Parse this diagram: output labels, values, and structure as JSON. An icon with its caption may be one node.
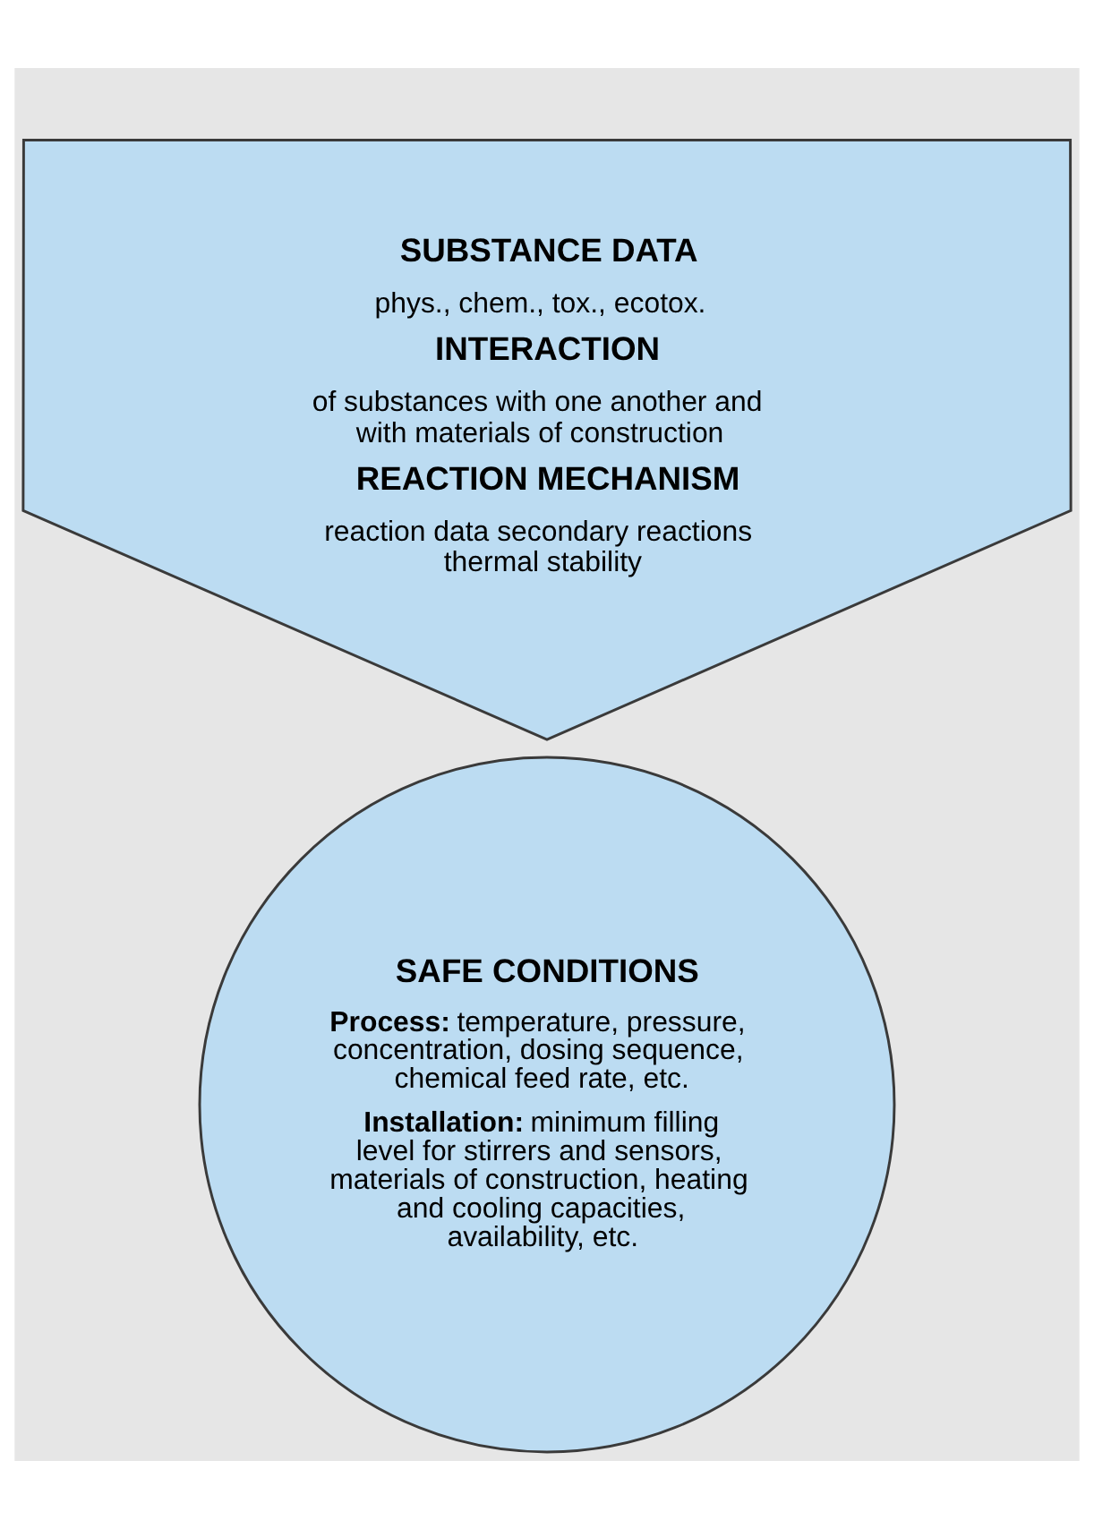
{
  "diagram": {
    "nodes": [
      {
        "text": [
          "SUBSTANCE DATA",
          "phys., chem., tox., ecotox.",
          "INTERACTION",
          "of substances with one another and with materials of construction",
          "REACTION MECHANISM",
          "reaction data secondary reactions thermal stability"
        ]
      },
      {
        "text": [
          "SAFE CONDITIONS",
          "**Process:** temperature, pressure, concentration, dosing sequence, chemical feed rate, etc.",
          "**Installation:** minimum filling level for stirrers and sensors, materials of construction, heating and cooling capacities, availability, etc."
        ]
      }
    ],
    "edges": []
  }
}
